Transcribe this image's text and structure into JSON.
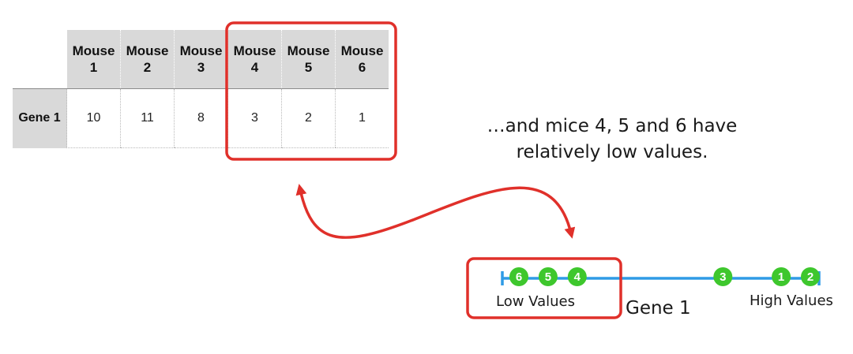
{
  "table": {
    "columns": [
      "Mouse 1",
      "Mouse 2",
      "Mouse 3",
      "Mouse 4",
      "Mouse 5",
      "Mouse 6"
    ],
    "column_lines": [
      [
        "Mouse",
        "1"
      ],
      [
        "Mouse",
        "2"
      ],
      [
        "Mouse",
        "3"
      ],
      [
        "Mouse",
        "4"
      ],
      [
        "Mouse",
        "5"
      ],
      [
        "Mouse",
        "6"
      ]
    ],
    "rows": [
      {
        "label": "Gene 1",
        "values": [
          "10",
          "11",
          "8",
          "3",
          "2",
          "1"
        ]
      }
    ],
    "highlighted_columns": [
      "Mouse 4",
      "Mouse 5",
      "Mouse 6"
    ]
  },
  "caption": {
    "line1": "…and mice 4, 5 and 6 have",
    "line2": "relatively low values."
  },
  "number_line": {
    "axis_label": "Gene 1",
    "low_label": "Low Values",
    "high_label": "High Values",
    "points": [
      {
        "label": "6",
        "value": 1
      },
      {
        "label": "5",
        "value": 2
      },
      {
        "label": "4",
        "value": 3
      },
      {
        "label": "3",
        "value": 8
      },
      {
        "label": "1",
        "value": 10
      },
      {
        "label": "2",
        "value": 11
      }
    ]
  },
  "colors": {
    "highlight": "#e0302a",
    "axis_line": "#2f9be6",
    "point_fill": "#3ec72d",
    "header_bg": "#d9d9d9"
  }
}
